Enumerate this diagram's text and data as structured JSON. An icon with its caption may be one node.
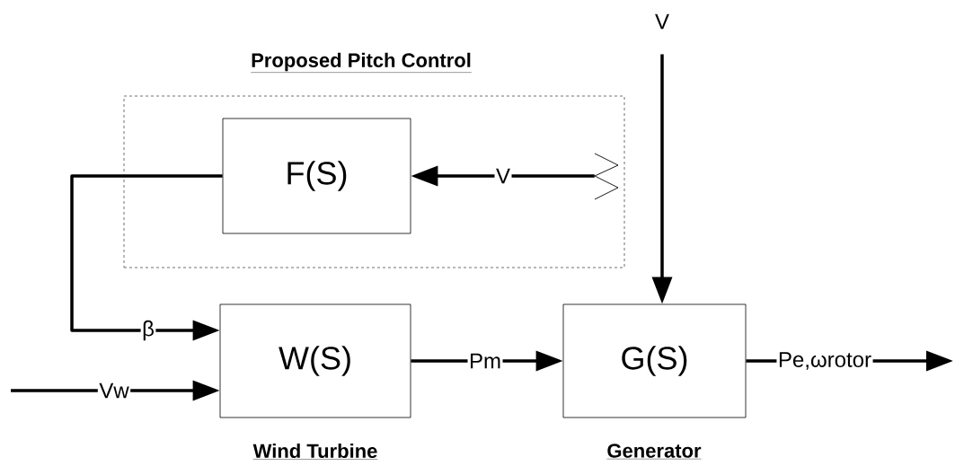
{
  "diagram": {
    "nodes": [
      {
        "text": [
          "Proposed Pitch Control"
        ]
      },
      {
        "text": [
          "F(S)"
        ],
        "in": 0
      },
      {
        "text": [
          "W(S)",
          "Wind Turbine"
        ]
      },
      {
        "text": [
          "G(S)",
          "Generator"
        ]
      },
      {
        "text": [
          "V"
        ]
      },
      {
        "text": [],
        "shape": "chevron",
        "in": 0
      }
    ],
    "edges": [
      {
        "from": 4,
        "to": 3,
        "arrow": "to"
      },
      {
        "from": 5,
        "to": 1,
        "arrow": "to",
        "label": "V"
      },
      {
        "from": 1,
        "to": 2,
        "arrow": "to",
        "label": "β"
      },
      {
        "from": null,
        "to": 2,
        "arrow": "to",
        "label": "Vw"
      },
      {
        "from": 2,
        "to": 3,
        "arrow": "to",
        "label": "Pm"
      },
      {
        "from": 3,
        "to": null,
        "arrow": "to",
        "label": "Pe,ωrotor"
      }
    ]
  }
}
